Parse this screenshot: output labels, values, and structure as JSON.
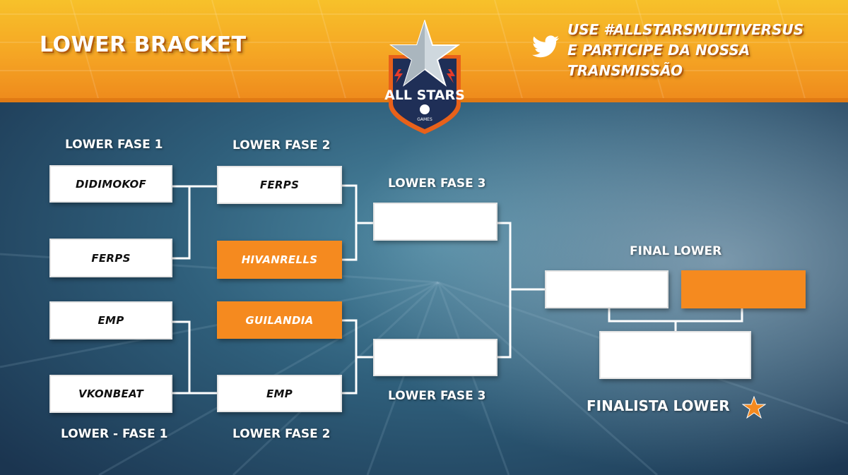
{
  "header": {
    "title": "LOWER BRACKET",
    "hashtag_lines": [
      "USE #ALLSTARSMULTIVERSUS",
      "E PARTICIPE DA NOSSA",
      "TRANSMISSÃO"
    ],
    "social_icon": "twitter-bird-icon"
  },
  "logo": {
    "text": "ALL STARS",
    "sub": "GAMES",
    "emblem": "star-emblem"
  },
  "colors": {
    "header_orange": "#f5a524",
    "winner_orange": "#f58a1f",
    "background_blue": "#2a5572"
  },
  "bracket": {
    "round_labels": {
      "fase1_top": "LOWER FASE 1",
      "fase1_bottom": "LOWER - FASE 1",
      "fase2_top": "LOWER FASE 2",
      "fase2_bottom": "LOWER FASE 2",
      "fase3_top": "LOWER FASE 3",
      "fase3_bottom": "LOWER FASE 3",
      "final": "FINAL LOWER"
    },
    "fase1": [
      {
        "name": "DIDIMOKOF",
        "winner": false
      },
      {
        "name": "FERPS",
        "winner": false
      },
      {
        "name": "EMP",
        "winner": false
      },
      {
        "name": "VKONBEAT",
        "winner": false
      }
    ],
    "fase2": [
      {
        "name": "FERPS",
        "winner": false
      },
      {
        "name": "HIVANRELLS",
        "winner": true
      },
      {
        "name": "GUILANDIA",
        "winner": true
      },
      {
        "name": "EMP",
        "winner": false
      }
    ],
    "fase3": [
      {
        "name": "",
        "winner": false
      },
      {
        "name": "",
        "winner": false
      }
    ],
    "final": [
      {
        "name": "",
        "winner": false
      },
      {
        "name": "",
        "winner": true
      }
    ],
    "finalist": {
      "name": "",
      "label": "FINALISTA LOWER"
    }
  }
}
